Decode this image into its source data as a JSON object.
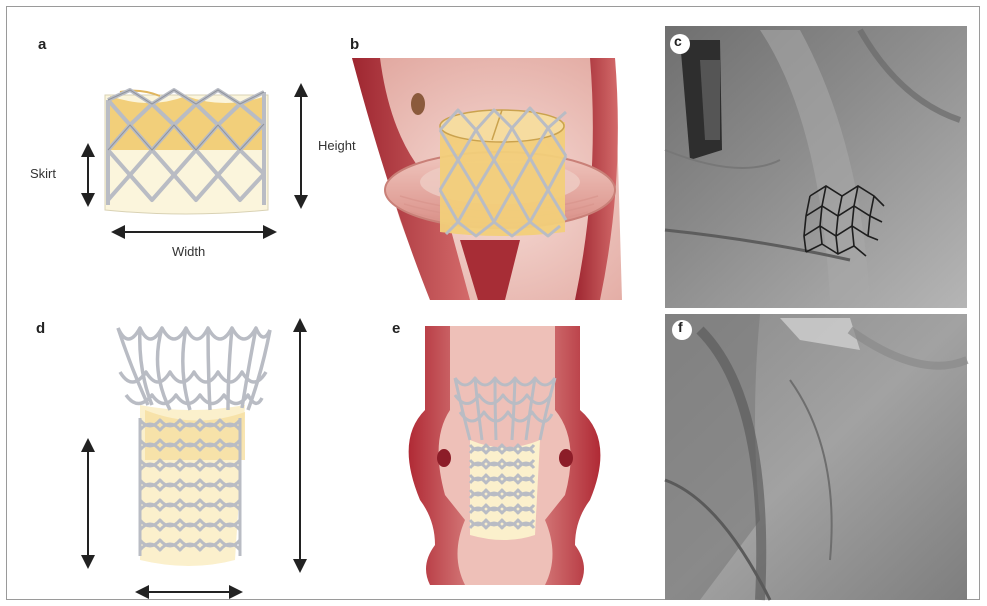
{
  "panels": {
    "a": {
      "label": "a",
      "skirt_label": "Skirt",
      "height_label": "Height",
      "width_label": "Width"
    },
    "b": {
      "label": "b"
    },
    "c": {
      "label": "c"
    },
    "d": {
      "label": "d"
    },
    "e": {
      "label": "e"
    },
    "f": {
      "label": "f"
    }
  },
  "colors": {
    "frame_border": "#9a9a9a",
    "stent_metal": "#b9bcc4",
    "leaflet_yellow": "#f2cf7a",
    "skirt_cream": "#fbf5dc",
    "tissue_red": "#b8343b",
    "tissue_pink": "#e8b6ae",
    "xray_dark": "#4a4a4a",
    "xray_light": "#b8b8b8"
  }
}
